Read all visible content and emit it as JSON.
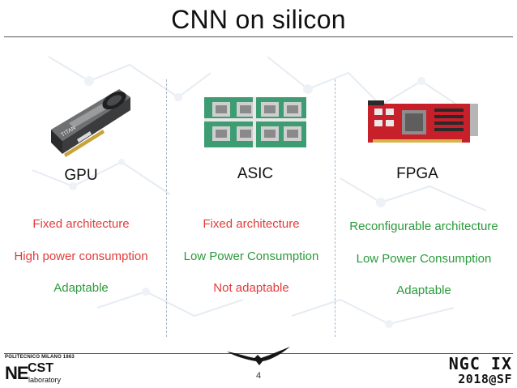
{
  "slide": {
    "title": "CNN on silicon",
    "page_number": "4"
  },
  "columns": [
    {
      "label": "GPU",
      "image": "gpu-card-image",
      "properties": [
        {
          "text": "Fixed architecture",
          "tone": "negative"
        },
        {
          "text": "High power consumption",
          "tone": "negative"
        },
        {
          "text": "Adaptable",
          "tone": "positive"
        }
      ]
    },
    {
      "label": "ASIC",
      "image": "asic-board-image",
      "properties": [
        {
          "text": "Fixed architecture",
          "tone": "negative"
        },
        {
          "text": "Low Power Consumption",
          "tone": "positive"
        },
        {
          "text": "Not adaptable",
          "tone": "negative"
        }
      ]
    },
    {
      "label": "FPGA",
      "image": "fpga-board-image",
      "properties": [
        {
          "text": "Reconfigurable architecture",
          "tone": "positive"
        },
        {
          "text": "Low Power Consumption",
          "tone": "positive"
        },
        {
          "text": "Adaptable",
          "tone": "positive"
        }
      ]
    }
  ],
  "gpu_brand_text": "TITAN",
  "footer": {
    "left_logo": {
      "institution": "POLITECNICO MILANO 1863",
      "ne": "NE",
      "cst": "CST",
      "lab": "laboratory"
    },
    "center_logo": "eagle-icon",
    "right_logo": {
      "line1": "NGC IX",
      "line2": "2018@SF"
    }
  },
  "colors": {
    "negative": "#e23b3b",
    "positive": "#2a9a3a",
    "divider": "#a8b8c8",
    "fpga_board": "#c8202a",
    "asic_board": "#3d9c72"
  }
}
